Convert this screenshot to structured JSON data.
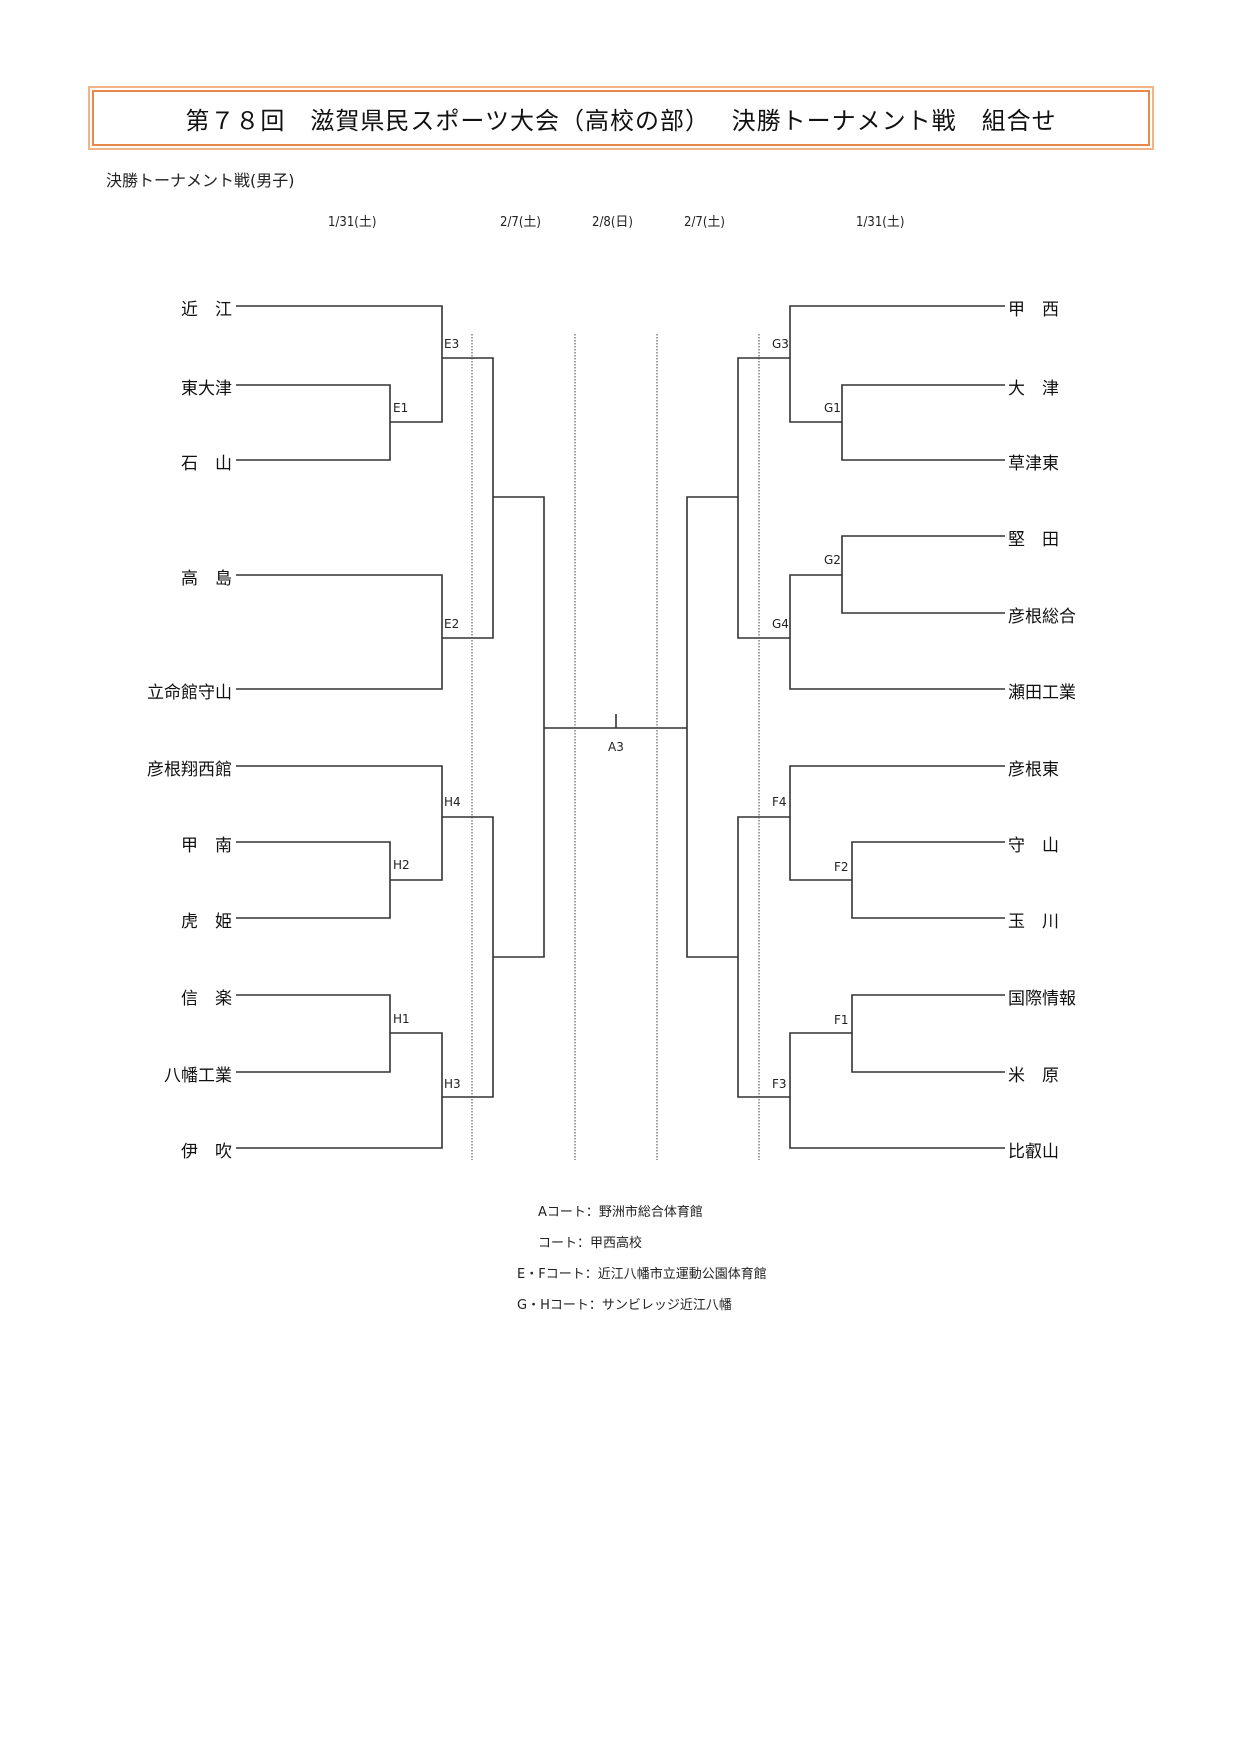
{
  "title": "第７８回　滋賀県民スポーツ大会（高校の部）　 決勝トーナメント戦　組合せ",
  "subtitle": "決勝トーナメント戦(男子)",
  "dates": [
    "1/31(土)",
    "2/7(土)",
    "2/8(日)",
    "2/7(土)",
    "1/31(土)"
  ],
  "left_teams": [
    "近　江",
    "東大津",
    "石　山",
    "高　島",
    "立命館守山",
    "彦根翔西館",
    "甲　南",
    "虎　姫",
    "信　楽",
    "八幡工業",
    "伊　吹"
  ],
  "right_teams": [
    "甲　西",
    "大　津",
    "草津東",
    "堅　田",
    "彦根総合",
    "瀬田工業",
    "彦根東",
    "守　山",
    "玉　川",
    "国際情報",
    "米　原",
    "比叡山"
  ],
  "matches": {
    "E1": "E1",
    "E2": "E2",
    "E3": "E3",
    "H1": "H1",
    "H2": "H2",
    "H3": "H3",
    "H4": "H4",
    "G1": "G1",
    "G2": "G2",
    "G3": "G3",
    "G4": "G4",
    "F1": "F1",
    "F2": "F2",
    "F3": "F3",
    "F4": "F4",
    "A3": "A3"
  },
  "venues": [
    "Aコート：野洲市総合体育館",
    "コート：甲西高校",
    "E・Fコート：近江八幡市立運動公園体育館",
    "G・Hコート：サンビレッジ近江八幡"
  ],
  "colors": {
    "title_border": "#e8884a",
    "line": "#333333"
  }
}
